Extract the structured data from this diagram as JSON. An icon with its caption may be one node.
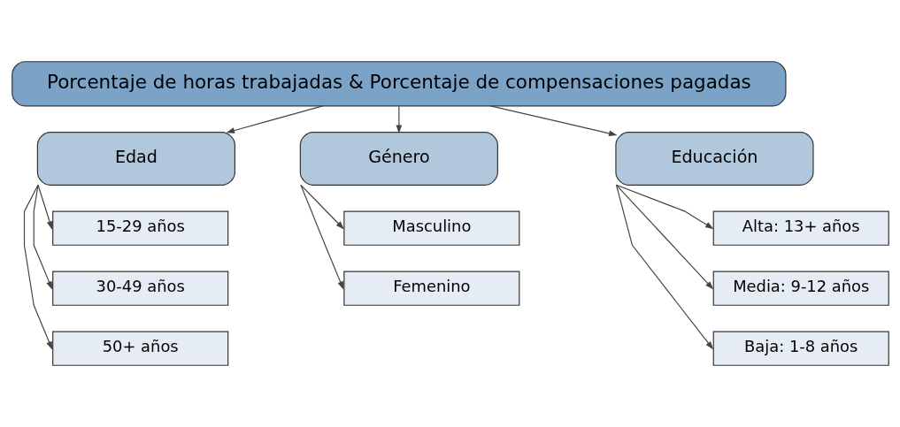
{
  "diagram": {
    "nodes": [
      {
        "text": [
          "Porcentaje de horas trabajadas & Porcentaje de compensaciones pagadas"
        ]
      },
      {
        "text": [
          "Edad"
        ]
      },
      {
        "text": [
          "15-29 años"
        ]
      },
      {
        "text": [
          "30-49 años"
        ]
      },
      {
        "text": [
          "50+ años"
        ]
      },
      {
        "text": [
          "Género"
        ]
      },
      {
        "text": [
          "Masculino"
        ]
      },
      {
        "text": [
          "Femenino"
        ]
      },
      {
        "text": [
          "Educación"
        ]
      },
      {
        "text": [
          "Alta: 13+ años"
        ]
      },
      {
        "text": [
          "Media: 9-12 años"
        ]
      },
      {
        "text": [
          "Baja: 1-8 años"
        ]
      }
    ],
    "edges": [
      {
        "from": 0,
        "to": 1,
        "arrow": "to"
      },
      {
        "from": 0,
        "to": 5,
        "arrow": "to"
      },
      {
        "from": 0,
        "to": 8,
        "arrow": "to"
      },
      {
        "from": 1,
        "to": 2,
        "arrow": "to"
      },
      {
        "from": 1,
        "to": 3,
        "arrow": "to"
      },
      {
        "from": 1,
        "to": 4,
        "arrow": "to"
      },
      {
        "from": 5,
        "to": 6,
        "arrow": "to"
      },
      {
        "from": 5,
        "to": 7,
        "arrow": "to"
      },
      {
        "from": 8,
        "to": 9,
        "arrow": "to"
      },
      {
        "from": 8,
        "to": 10,
        "arrow": "to"
      },
      {
        "from": 8,
        "to": 11,
        "arrow": "to"
      }
    ]
  }
}
